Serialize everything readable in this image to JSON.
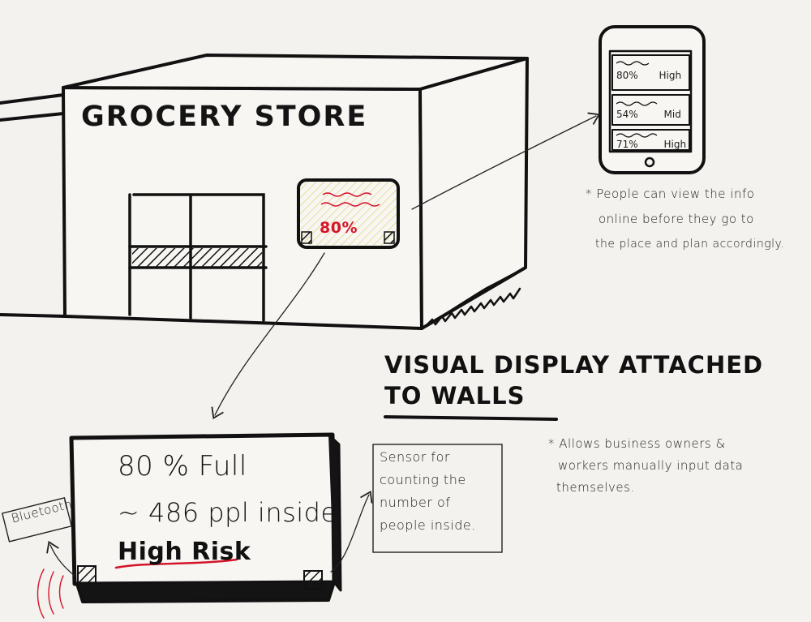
{
  "store": {
    "title": "GROCERY STORE",
    "display_percent": "80%"
  },
  "phone": {
    "rows": [
      {
        "percent": "80%",
        "risk": "High"
      },
      {
        "percent": "54%",
        "risk": "Mid"
      },
      {
        "percent": "71%",
        "risk": "High"
      }
    ]
  },
  "note_online": {
    "line1": "* People can view the info",
    "line2": "online before they go to",
    "line3": "the place and plan accordingly."
  },
  "heading": {
    "line1": "VISUAL DISPLAY ATTACHED",
    "line2": "TO WALLS"
  },
  "note_owners": {
    "line1": "* Allows business owners &",
    "line2": "workers manually input data",
    "line3": "themselves."
  },
  "big_display": {
    "line1": "80 % Full",
    "line2": "~ 486 ppl inside",
    "line3": "High Risk"
  },
  "sensor": {
    "line1": "Sensor for",
    "line2": "counting the",
    "line3": "number of",
    "line4": "people inside."
  },
  "bluetooth": {
    "label": "Bluetooth"
  },
  "colors": {
    "ink": "#141414",
    "accent_red": "#d4142a",
    "hatch_yellow": "#d8c33a"
  }
}
